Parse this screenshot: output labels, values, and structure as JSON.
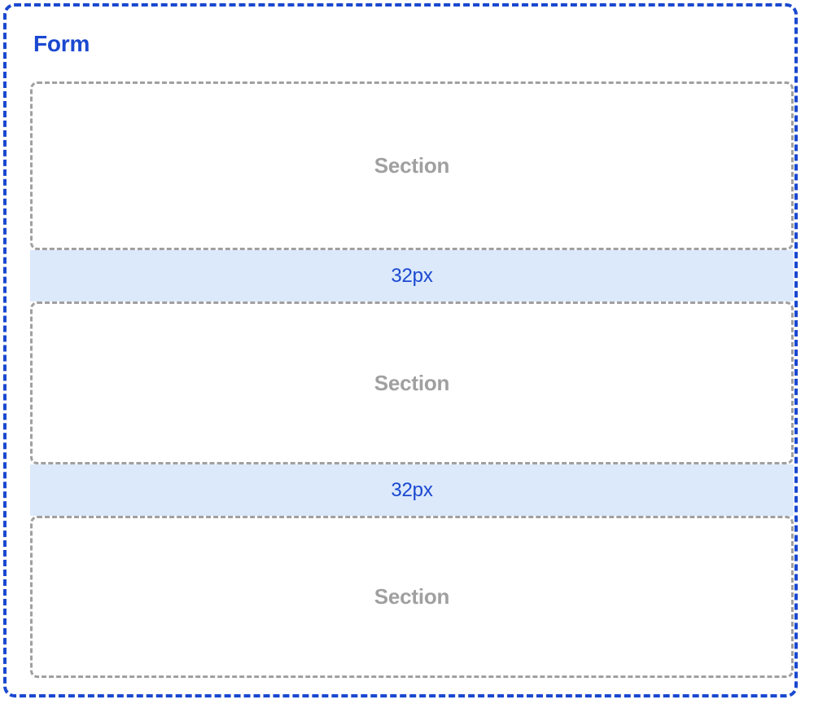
{
  "form": {
    "title": "Form",
    "title_color": "#1a48d0",
    "border_color": "#1a48d0",
    "border_style": "dashed"
  },
  "sections": [
    {
      "label": "Section"
    },
    {
      "label": "Section"
    },
    {
      "label": "Section"
    }
  ],
  "gaps": [
    {
      "label": "32px",
      "value": 32,
      "unit": "px",
      "fill_color": "#dbe9fb",
      "text_color": "#1a48d0"
    },
    {
      "label": "32px",
      "value": 32,
      "unit": "px",
      "fill_color": "#dbe9fb",
      "text_color": "#1a48d0"
    }
  ],
  "section_style": {
    "border_color": "#a0a0a0",
    "label_color": "#a0a0a0",
    "border_style": "dashed"
  }
}
